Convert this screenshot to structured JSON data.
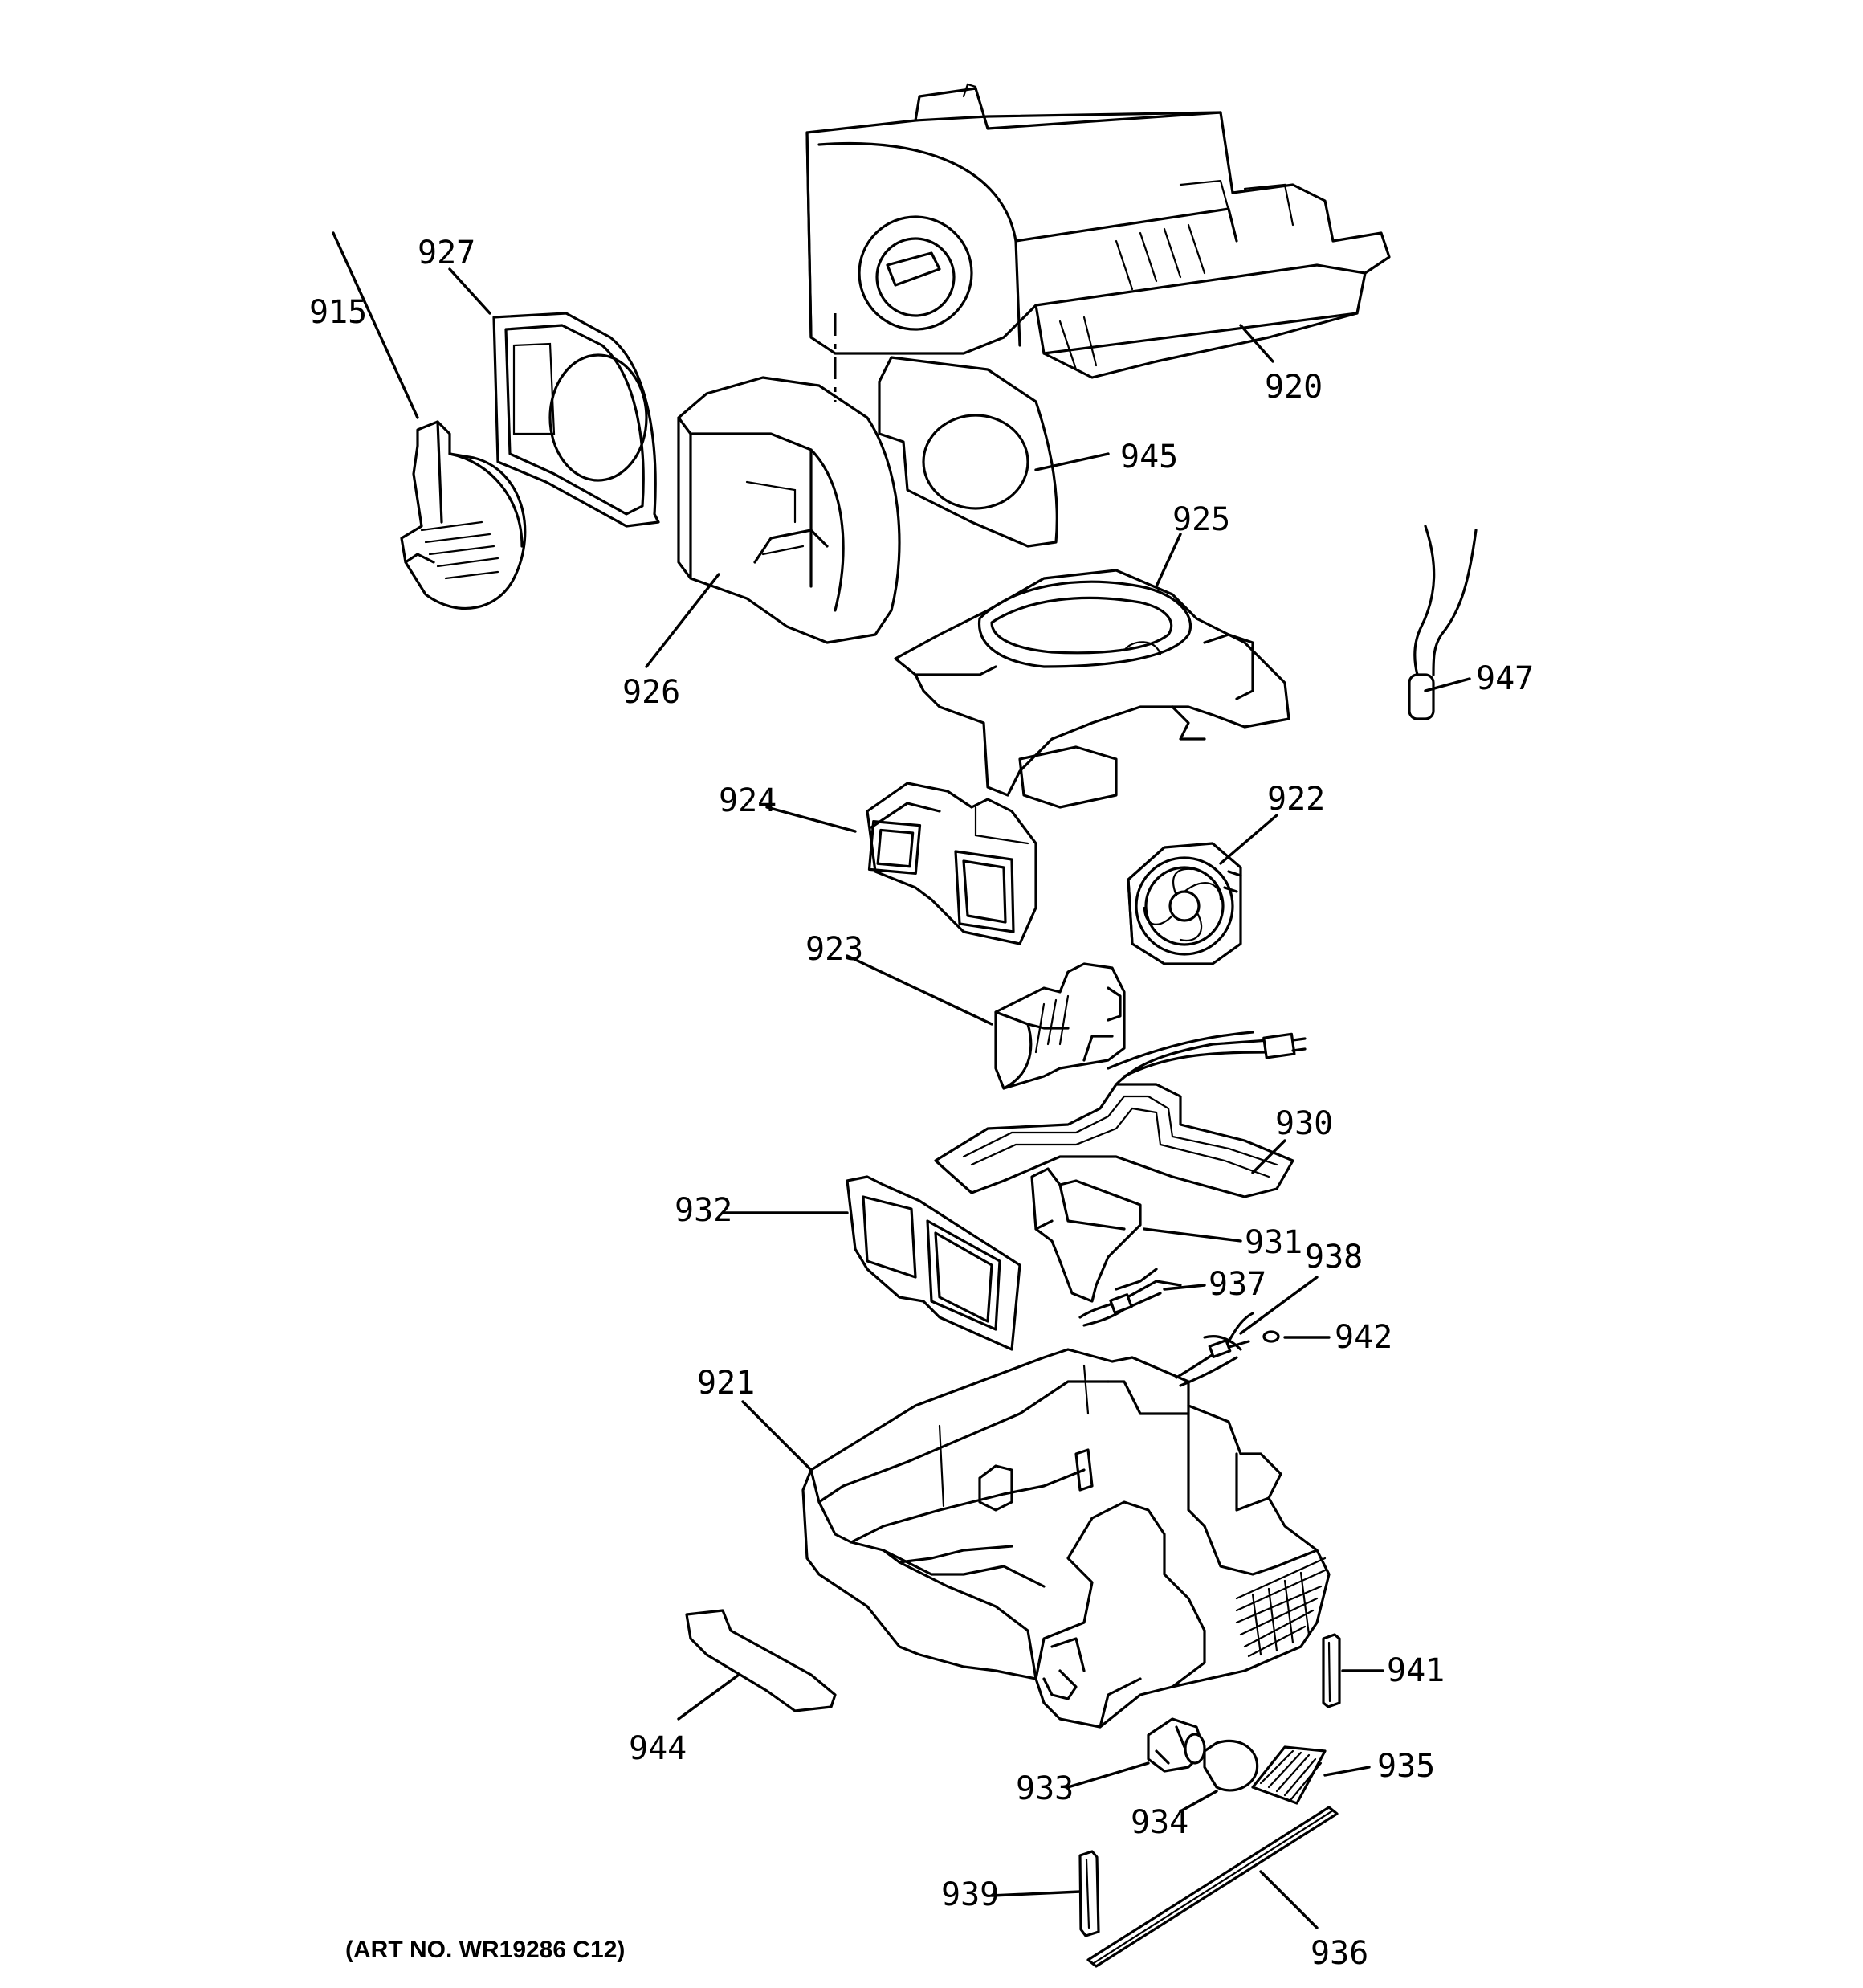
{
  "diagram": {
    "caption": "(ART NO. WR19286 C12)",
    "parts": [
      {
        "id": "p915",
        "label": "915"
      },
      {
        "id": "p927",
        "label": "927"
      },
      {
        "id": "p920",
        "label": "920"
      },
      {
        "id": "p945",
        "label": "945"
      },
      {
        "id": "p925",
        "label": "925"
      },
      {
        "id": "p926",
        "label": "926"
      },
      {
        "id": "p947",
        "label": "947"
      },
      {
        "id": "p924",
        "label": "924"
      },
      {
        "id": "p922",
        "label": "922"
      },
      {
        "id": "p923",
        "label": "923"
      },
      {
        "id": "p930",
        "label": "930"
      },
      {
        "id": "p932",
        "label": "932"
      },
      {
        "id": "p931",
        "label": "931"
      },
      {
        "id": "p937",
        "label": "937"
      },
      {
        "id": "p938",
        "label": "938"
      },
      {
        "id": "p942",
        "label": "942"
      },
      {
        "id": "p921",
        "label": "921"
      },
      {
        "id": "p941",
        "label": "941"
      },
      {
        "id": "p944",
        "label": "944"
      },
      {
        "id": "p935",
        "label": "935"
      },
      {
        "id": "p933",
        "label": "933"
      },
      {
        "id": "p934",
        "label": "934"
      },
      {
        "id": "p939",
        "label": "939"
      },
      {
        "id": "p936",
        "label": "936"
      }
    ]
  }
}
